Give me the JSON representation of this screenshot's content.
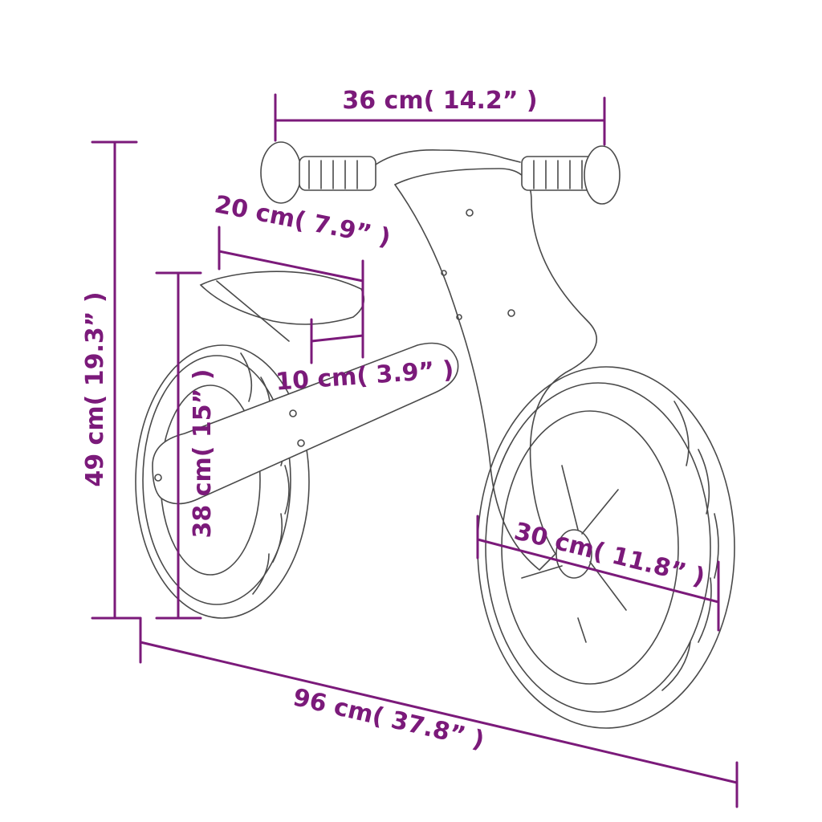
{
  "colors": {
    "dimension": "#7b1a7a",
    "drawing": "#4a4a4a"
  },
  "dimensions": {
    "handlebar_width": "36 cm( 14.2”  )",
    "total_height": "49 cm( 19.3”  )",
    "seat_height": "38 cm( 15”  )",
    "seat_length": "20 cm( 7.9”  )",
    "seat_post": "10 cm( 3.9”  )",
    "wheel_diameter": "30 cm( 11.8”  )",
    "total_length": "96 cm( 37.8”  )"
  }
}
